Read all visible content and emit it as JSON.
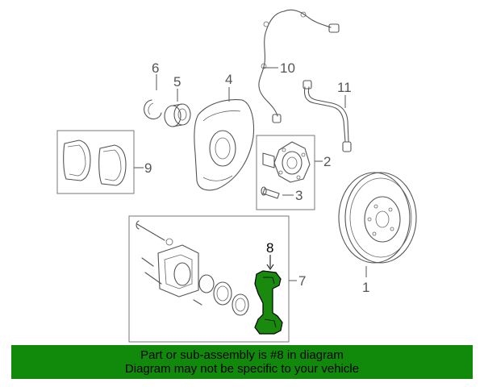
{
  "callouts": {
    "c1": "1",
    "c2": "2",
    "c3": "3",
    "c4": "4",
    "c5": "5",
    "c6": "6",
    "c7": "7",
    "c8": "8",
    "c9": "9",
    "c10": "10",
    "c11": "11"
  },
  "highlight_color": "#1a8a0f",
  "banner": {
    "line1": "Part or sub-assembly is #8 in diagram",
    "line2": "Diagram may not be specific to your vehicle",
    "background": "#118a0c"
  }
}
